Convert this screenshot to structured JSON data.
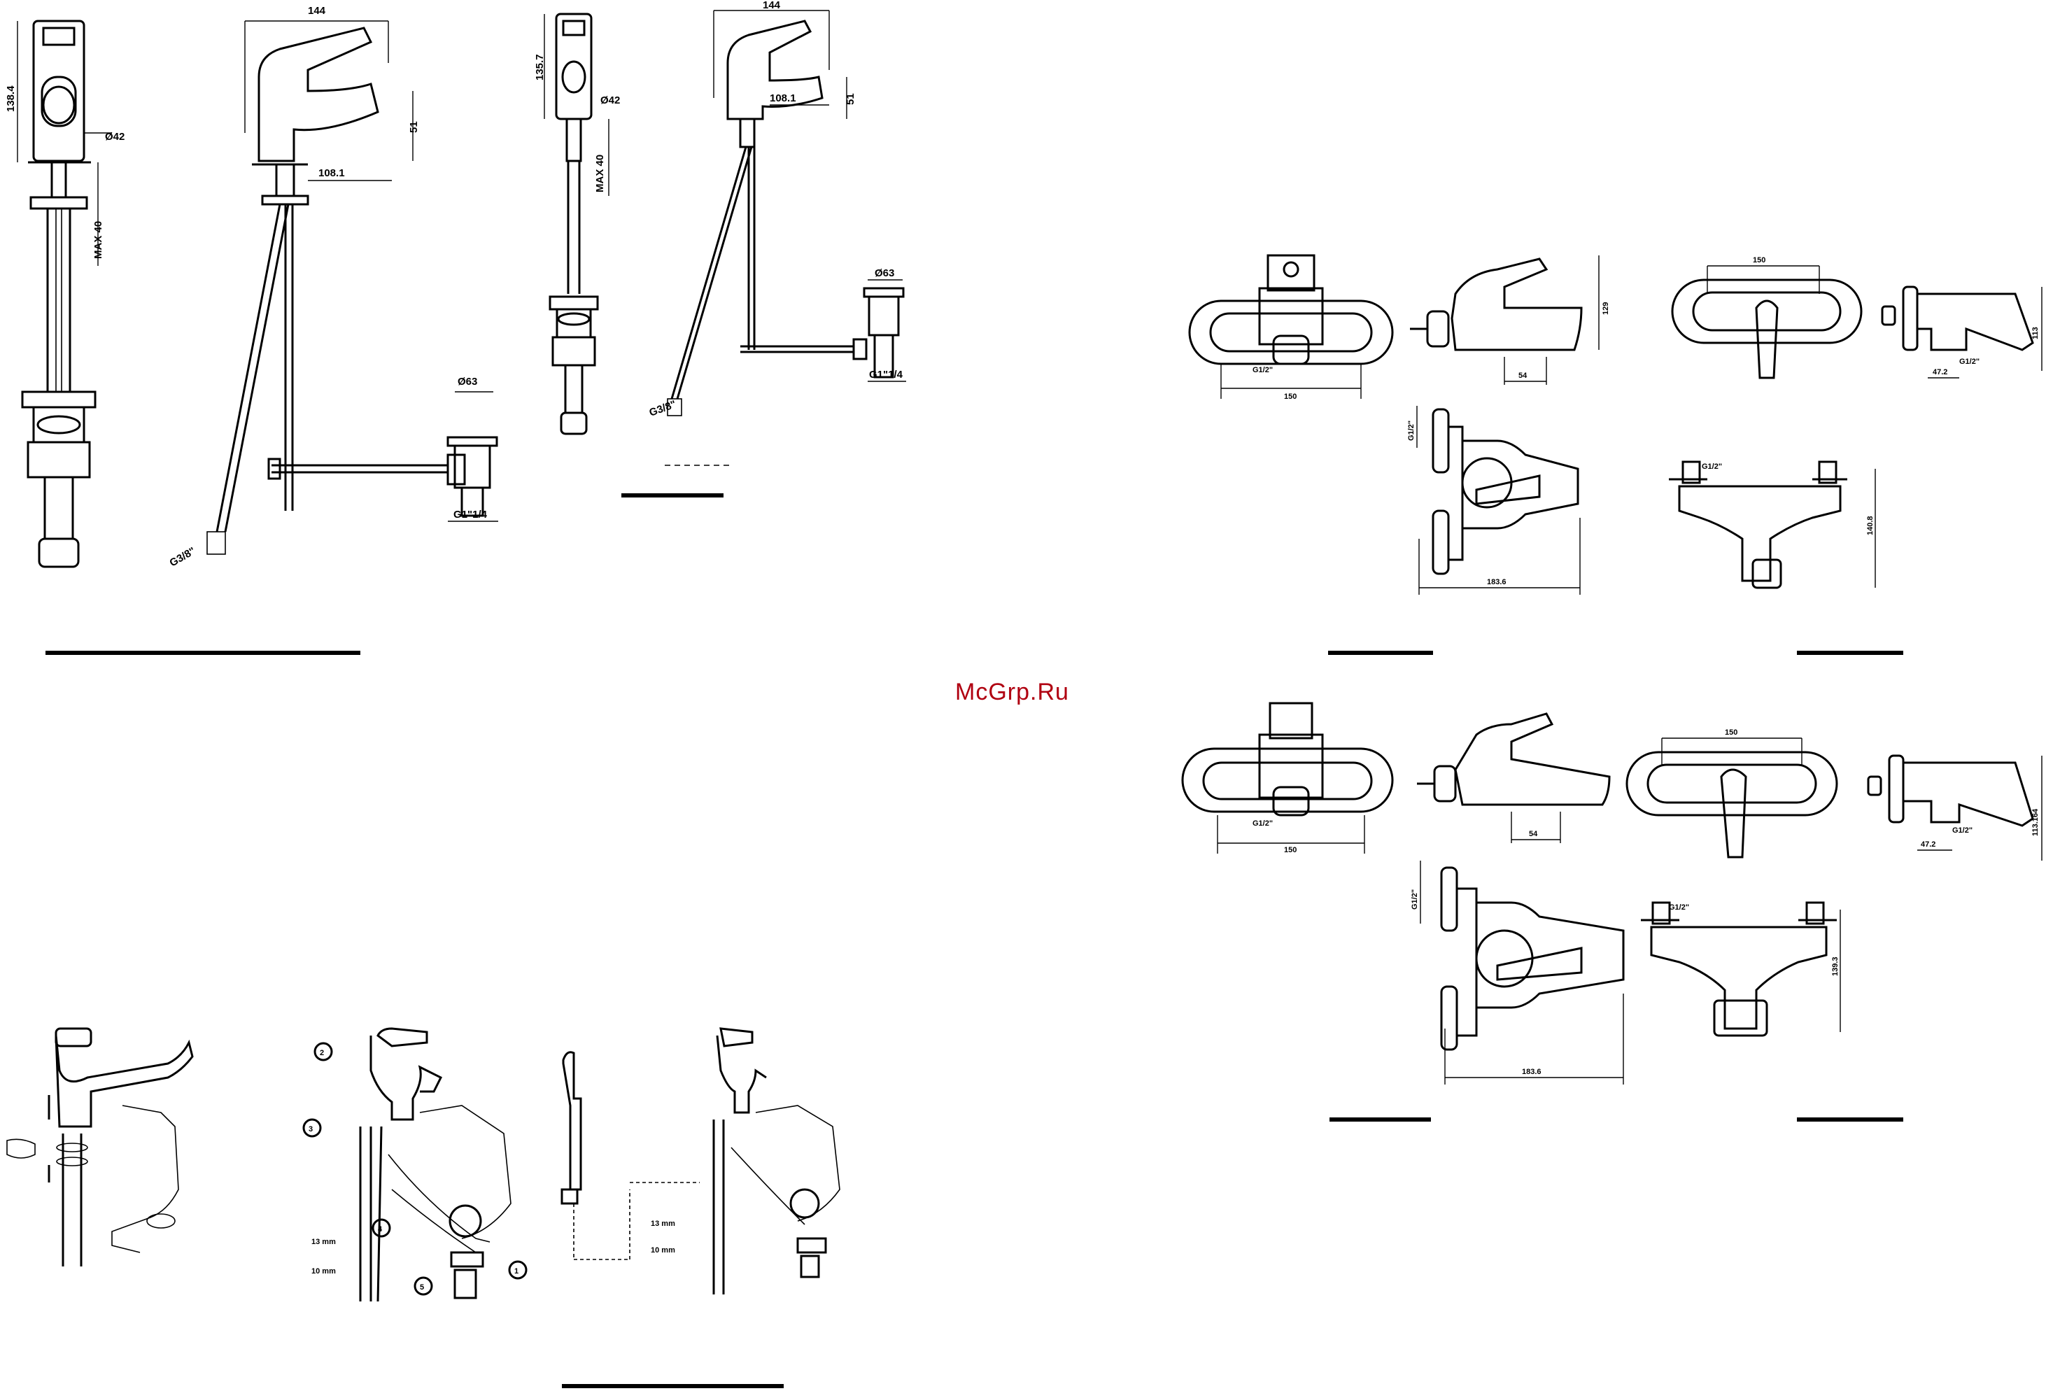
{
  "watermark": "McGrp.Ru",
  "dims": {
    "d1_h": "138.4",
    "d1_dia": "Ø42",
    "d1_max": "MAX 40",
    "d2_w": "144",
    "d2_h": "51",
    "d2_reach": "108.1",
    "d3_dia": "Ø63",
    "d3_thread": "G1\"1/4",
    "d3_g": "G3/8\"",
    "d4_h": "135.7",
    "d4_dia": "Ø42",
    "d4_max": "MAX 40",
    "d5_w": "144",
    "d5_reach": "108.1",
    "d5_h": "51",
    "d6_dia": "Ø63",
    "d6_thread": "G1\"1/4",
    "d6_g": "G3/8\"",
    "bath1_g": "G1/2\"",
    "bath1_w": "150",
    "bath1_h": "129",
    "bath1_spout": "54",
    "bath1_side_g": "G1/2\"",
    "bath1_depth": "183.6",
    "shower1_w": "150",
    "shower1_h": "113",
    "shower1_side": "47.2",
    "shower1_g": "G1/2\"",
    "shower1_top_g": "G1/2\"",
    "shower1_depth": "140.8",
    "bath2_g": "G1/2\"",
    "bath2_w": "150",
    "bath2_spout": "54",
    "bath2_side_g": "G1/2\"",
    "bath2_depth": "183.6",
    "shower2_w": "150",
    "shower2_h": "113.164",
    "shower2_side": "47.2",
    "shower2_g": "G1/2\"",
    "shower2_top_g": "G1/2\"",
    "shower2_depth": "139.3",
    "inst_size1": "13 mm",
    "inst_size2": "10 mm",
    "inst_size3": "13 mm",
    "inst_size4": "10 mm",
    "steps": [
      "1",
      "2",
      "3",
      "4",
      "5"
    ]
  },
  "icons": [
    "faucet-drawing",
    "bath-mixer-drawing",
    "shower-mixer-drawing",
    "installation-drawing"
  ]
}
